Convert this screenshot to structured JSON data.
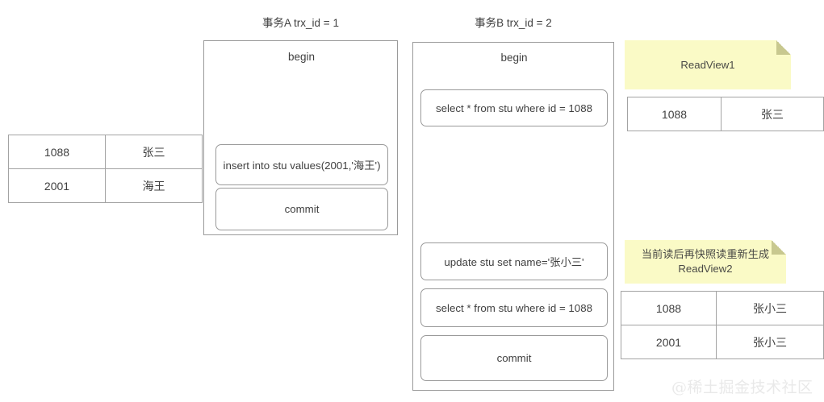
{
  "diagram": {
    "title_a": "事务A trx_id = 1",
    "title_b": "事务B trx_id = 2",
    "watermark": "@稀土掘金技术社区"
  },
  "initial_table": {
    "rows": [
      {
        "id": "1088",
        "name": "张三"
      },
      {
        "id": "2001",
        "name": "海王"
      }
    ]
  },
  "transaction_a": {
    "begin_label": "begin",
    "statements": [
      {
        "text": "insert into stu values(2001,'海王')"
      },
      {
        "text": "commit"
      }
    ]
  },
  "transaction_b": {
    "begin_label": "begin",
    "statements": [
      {
        "text": "select * from stu where id = 1088"
      },
      {
        "text": "update stu set name='张小三'"
      },
      {
        "text": "select * from stu where id = 1088"
      },
      {
        "text": "commit"
      }
    ]
  },
  "readview1": {
    "note_text": "ReadView1",
    "result_table": {
      "rows": [
        {
          "id": "1088",
          "name": "张三"
        }
      ]
    }
  },
  "readview2": {
    "note_text": "当前读后再快照读重新生成\nReadView2",
    "result_table": {
      "rows": [
        {
          "id": "1088",
          "name": "张小三"
        },
        {
          "id": "2001",
          "name": "张小三"
        }
      ]
    }
  },
  "colors": {
    "note_background": "#fafac6",
    "note_fold": "#c8c88f",
    "border": "#9a9a9a",
    "text": "#3f3f3f",
    "watermark": "#e9e9e9"
  }
}
